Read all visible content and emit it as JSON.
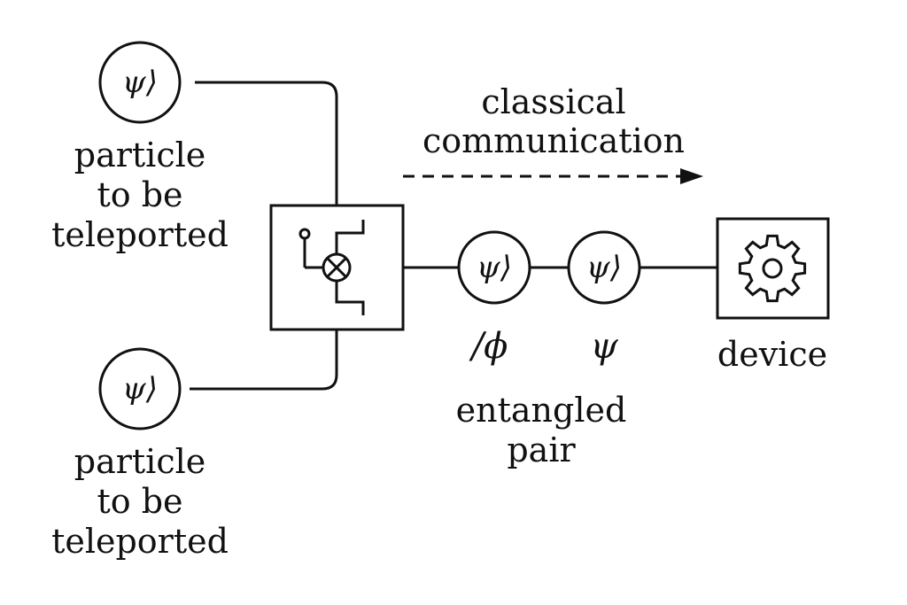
{
  "particle_top": {
    "symbol": "ψ⟩",
    "label_lines": [
      "particle",
      "to be",
      "teleported"
    ]
  },
  "particle_bottom": {
    "symbol": "ψ⟩",
    "label_lines": [
      "particle",
      "to be",
      "teleported"
    ]
  },
  "classical_channel": {
    "label_lines": [
      "classical",
      "communication"
    ]
  },
  "entangled_pair": {
    "left_symbol": "ψ⟩",
    "right_symbol": "ψ⟩",
    "left_caption": "/ϕ",
    "right_caption": "ψ",
    "label_lines": [
      "entangled",
      "pair"
    ]
  },
  "device": {
    "label": "device",
    "icon": "gear-icon"
  },
  "measurement_box": {
    "icon": "measurement-circuit-icon"
  },
  "colors": {
    "stroke": "#111111",
    "background": "#ffffff"
  }
}
